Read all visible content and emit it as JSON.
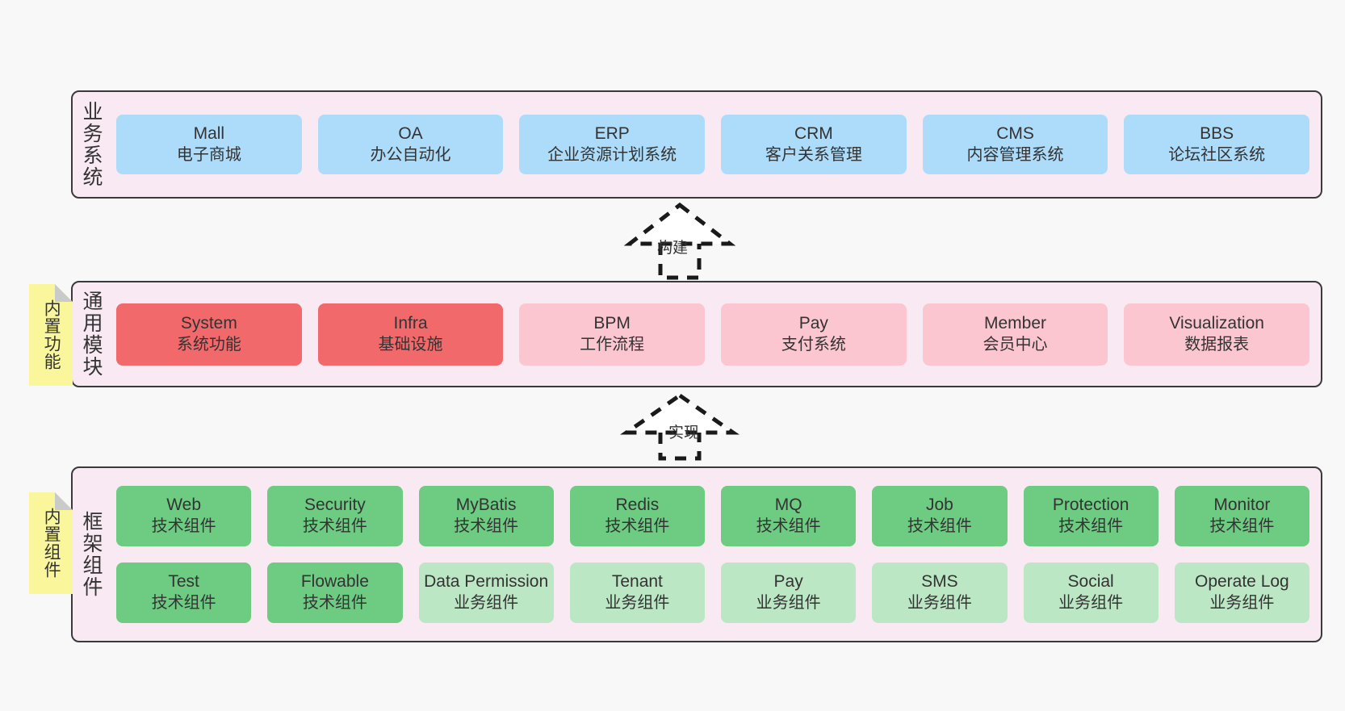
{
  "diagram": {
    "colors": {
      "background": "#F7F8F7",
      "layer_panel": "#F8E9F3",
      "layer_border": "#3A3A3A",
      "business_card": "#ADDCFA",
      "module_primary": "#F2696C",
      "module_secondary": "#FBC6CF",
      "tech_component": "#6DCB82",
      "business_component": "#BCE7C4",
      "sticky_note": "#FAF69B",
      "sticky_fold": "#C9CBCA",
      "text": "#333333"
    }
  },
  "layers": {
    "business": {
      "title": "业务系统",
      "cards": [
        {
          "name": "Mall",
          "desc": "电子商城"
        },
        {
          "name": "OA",
          "desc": "办公自动化"
        },
        {
          "name": "ERP",
          "desc": "企业资源计划系统"
        },
        {
          "name": "CRM",
          "desc": "客户关系管理"
        },
        {
          "name": "CMS",
          "desc": "内容管理系统"
        },
        {
          "name": "BBS",
          "desc": "论坛社区系统"
        }
      ]
    },
    "common": {
      "title": "通用模块",
      "cards": [
        {
          "name": "System",
          "desc": "系统功能",
          "style": "red"
        },
        {
          "name": "Infra",
          "desc": "基础设施",
          "style": "red"
        },
        {
          "name": "BPM",
          "desc": "工作流程",
          "style": "pink"
        },
        {
          "name": "Pay",
          "desc": "支付系统",
          "style": "pink"
        },
        {
          "name": "Member",
          "desc": "会员中心",
          "style": "pink"
        },
        {
          "name": "Visualization",
          "desc": "数据报表",
          "style": "pink"
        }
      ]
    },
    "framework": {
      "title": "框架组件",
      "row1": [
        {
          "name": "Web",
          "desc": "技术组件",
          "style": "green"
        },
        {
          "name": "Security",
          "desc": "技术组件",
          "style": "green"
        },
        {
          "name": "MyBatis",
          "desc": "技术组件",
          "style": "green"
        },
        {
          "name": "Redis",
          "desc": "技术组件",
          "style": "green"
        },
        {
          "name": "MQ",
          "desc": "技术组件",
          "style": "green"
        },
        {
          "name": "Job",
          "desc": "技术组件",
          "style": "green"
        },
        {
          "name": "Protection",
          "desc": "技术组件",
          "style": "green"
        },
        {
          "name": "Monitor",
          "desc": "技术组件",
          "style": "green"
        }
      ],
      "row2": [
        {
          "name": "Test",
          "desc": "技术组件",
          "style": "green"
        },
        {
          "name": "Flowable",
          "desc": "技术组件",
          "style": "green"
        },
        {
          "name": "Data Permission",
          "desc": "业务组件",
          "style": "lightgreen"
        },
        {
          "name": "Tenant",
          "desc": "业务组件",
          "style": "lightgreen"
        },
        {
          "name": "Pay",
          "desc": "业务组件",
          "style": "lightgreen"
        },
        {
          "name": "SMS",
          "desc": "业务组件",
          "style": "lightgreen"
        },
        {
          "name": "Social",
          "desc": "业务组件",
          "style": "lightgreen"
        },
        {
          "name": "Operate Log",
          "desc": "业务组件",
          "style": "lightgreen"
        }
      ]
    }
  },
  "arrows": {
    "build": {
      "label": "构建"
    },
    "implement": {
      "label": "实现"
    }
  },
  "sticky_notes": {
    "functions": {
      "label": "内置功能"
    },
    "components": {
      "label": "内置组件"
    }
  }
}
